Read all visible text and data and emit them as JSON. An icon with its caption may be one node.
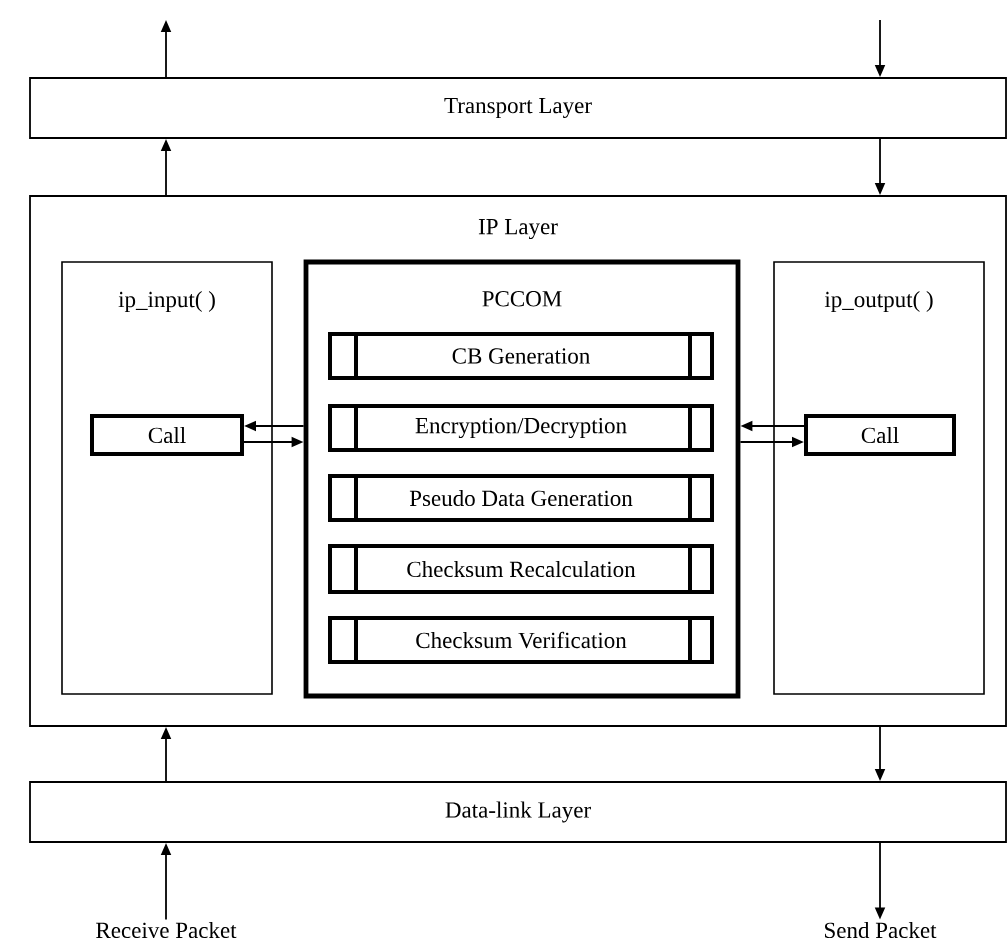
{
  "diagram": {
    "nodes": [
      {
        "text": [
          "Transport Layer"
        ]
      },
      {
        "text": [
          "IP Layer"
        ]
      },
      {
        "text": [
          "ip_input( )"
        ],
        "in": 1
      },
      {
        "text": [
          "PCCOM"
        ],
        "in": 1
      },
      {
        "text": [
          "ip_output( )"
        ],
        "in": 1
      },
      {
        "text": [
          "Call"
        ],
        "in": 2
      },
      {
        "text": [
          "CB Generation"
        ],
        "in": 3
      },
      {
        "text": [
          "Encryption/Decryption"
        ],
        "in": 3
      },
      {
        "text": [
          "Pseudo Data Generation"
        ],
        "in": 3
      },
      {
        "text": [
          "Checksum Recalculation"
        ],
        "in": 3
      },
      {
        "text": [
          "Checksum Verification"
        ],
        "in": 3
      },
      {
        "text": [
          "Call"
        ],
        "in": 4
      },
      {
        "text": [
          "Data-link Layer"
        ]
      },
      {
        "text": [
          "Receive Packet"
        ]
      },
      {
        "text": [
          "Send Packet"
        ]
      }
    ],
    "edges": [
      {
        "from": 0,
        "to": null,
        "arrow": "to"
      },
      {
        "from": null,
        "to": 0,
        "arrow": "to"
      },
      {
        "from": 1,
        "to": 0,
        "arrow": "to"
      },
      {
        "from": 0,
        "to": 1,
        "arrow": "to"
      },
      {
        "from": 12,
        "to": 1,
        "arrow": "to"
      },
      {
        "from": 1,
        "to": 12,
        "arrow": "to"
      },
      {
        "from": 13,
        "to": 12,
        "arrow": "to"
      },
      {
        "from": 12,
        "to": 14,
        "arrow": "to"
      },
      {
        "from": 3,
        "to": 5,
        "arrow": "to"
      },
      {
        "from": 5,
        "to": 3,
        "arrow": "to"
      },
      {
        "from": 11,
        "to": 3,
        "arrow": "to"
      },
      {
        "from": 3,
        "to": 11,
        "arrow": "to"
      }
    ]
  }
}
